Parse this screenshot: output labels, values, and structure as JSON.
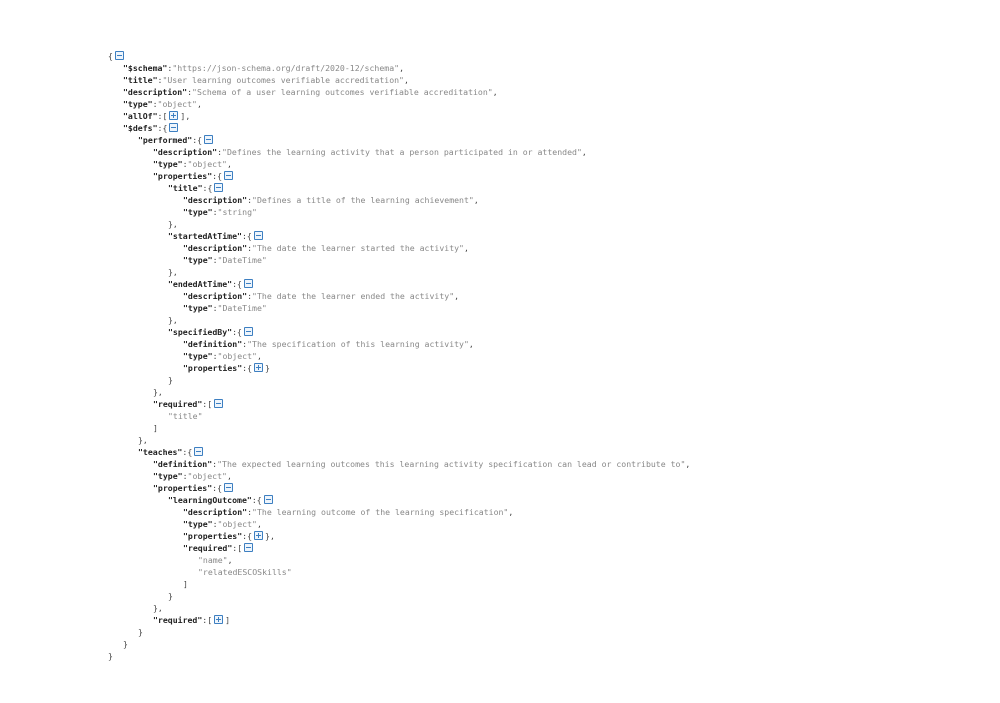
{
  "json_viewer": {
    "toggle_color": "#3d7fc1",
    "lines": [
      {
        "depth": 0,
        "open": "{",
        "toggle": "collapse"
      },
      {
        "depth": 1,
        "key": "$schema",
        "value": "https://json-schema.org/draft/2020-12/schema",
        "tail": ","
      },
      {
        "depth": 1,
        "key": "title",
        "value": "User learning outcomes verifiable accreditation",
        "tail": ","
      },
      {
        "depth": 1,
        "key": "description",
        "value": "Schema of a user learning outcomes verifiable accreditation",
        "tail": ","
      },
      {
        "depth": 1,
        "key": "type",
        "value": "object",
        "tail": ","
      },
      {
        "depth": 1,
        "key": "allOf",
        "open": "[",
        "toggle": "expand",
        "tail": "],"
      },
      {
        "depth": 1,
        "key": "$defs",
        "open": "{",
        "toggle": "collapse"
      },
      {
        "depth": 2,
        "key": "performed",
        "open": "{",
        "toggle": "collapse"
      },
      {
        "depth": 3,
        "key": "description",
        "value": "Defines the learning activity that a person participated in or attended",
        "tail": ","
      },
      {
        "depth": 3,
        "key": "type",
        "value": "object",
        "tail": ","
      },
      {
        "depth": 3,
        "key": "properties",
        "open": "{",
        "toggle": "collapse"
      },
      {
        "depth": 4,
        "key": "title",
        "open": "{",
        "toggle": "collapse"
      },
      {
        "depth": 5,
        "key": "description",
        "value": "Defines a title of the learning achievement",
        "tail": ","
      },
      {
        "depth": 5,
        "key": "type",
        "value": "string"
      },
      {
        "depth": 4,
        "close": "},"
      },
      {
        "depth": 4,
        "key": "startedAtTime",
        "open": "{",
        "toggle": "collapse"
      },
      {
        "depth": 5,
        "key": "description",
        "value": "The date the learner started the activity",
        "tail": ","
      },
      {
        "depth": 5,
        "key": "type",
        "value": "DateTime"
      },
      {
        "depth": 4,
        "close": "},"
      },
      {
        "depth": 4,
        "key": "endedAtTime",
        "open": "{",
        "toggle": "collapse"
      },
      {
        "depth": 5,
        "key": "description",
        "value": "The date the learner ended the activity",
        "tail": ","
      },
      {
        "depth": 5,
        "key": "type",
        "value": "DateTime"
      },
      {
        "depth": 4,
        "close": "},"
      },
      {
        "depth": 4,
        "key": "specifiedBy",
        "open": "{",
        "toggle": "collapse"
      },
      {
        "depth": 5,
        "key": "definition",
        "value": "The specification of this learning activity",
        "tail": ","
      },
      {
        "depth": 5,
        "key": "type",
        "value": "object",
        "tail": ","
      },
      {
        "depth": 5,
        "key": "properties",
        "open": "{",
        "toggle": "expand",
        "tail": "}"
      },
      {
        "depth": 4,
        "close": "}"
      },
      {
        "depth": 3,
        "close": "},"
      },
      {
        "depth": 3,
        "key": "required",
        "open": "[",
        "toggle": "collapse"
      },
      {
        "depth": 4,
        "value": "title"
      },
      {
        "depth": 3,
        "close": "]"
      },
      {
        "depth": 2,
        "close": "},"
      },
      {
        "depth": 2,
        "key": "teaches",
        "open": "{",
        "toggle": "collapse"
      },
      {
        "depth": 3,
        "key": "definition",
        "value": "The expected learning outcomes this learning activity specification can lead or contribute to",
        "tail": ","
      },
      {
        "depth": 3,
        "key": "type",
        "value": "object",
        "tail": ","
      },
      {
        "depth": 3,
        "key": "properties",
        "open": "{",
        "toggle": "collapse"
      },
      {
        "depth": 4,
        "key": "learningOutcome",
        "open": "{",
        "toggle": "collapse"
      },
      {
        "depth": 5,
        "key": "description",
        "value": "The learning outcome of the learning specification",
        "tail": ","
      },
      {
        "depth": 5,
        "key": "type",
        "value": "object",
        "tail": ","
      },
      {
        "depth": 5,
        "key": "properties",
        "open": "{",
        "toggle": "expand",
        "tail": "},"
      },
      {
        "depth": 5,
        "key": "required",
        "open": "[",
        "toggle": "collapse"
      },
      {
        "depth": 6,
        "value": "name",
        "tail": ","
      },
      {
        "depth": 6,
        "value": "relatedESCOSkills"
      },
      {
        "depth": 5,
        "close": "]"
      },
      {
        "depth": 4,
        "close": "}"
      },
      {
        "depth": 3,
        "close": "},"
      },
      {
        "depth": 3,
        "key": "required",
        "open": "[",
        "toggle": "expand",
        "tail": "]"
      },
      {
        "depth": 2,
        "close": "}"
      },
      {
        "depth": 1,
        "close": "}"
      },
      {
        "depth": 0,
        "close": "}"
      }
    ]
  }
}
